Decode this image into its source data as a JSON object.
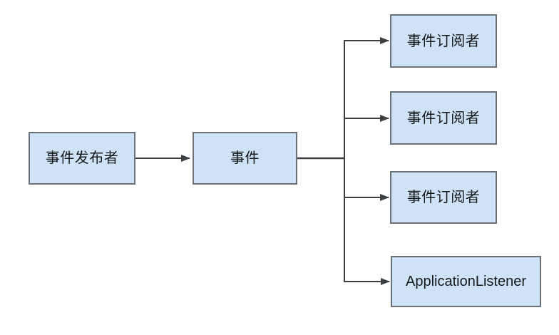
{
  "diagram": {
    "description": "Event publish-subscribe flow diagram",
    "background_color": "#ffffff",
    "node_fill_color": "#cfe3f8",
    "node_border_color": "#6c7177",
    "connector_color": "#3d4043",
    "text_color": "#16181a",
    "nodes": [
      {
        "id": "event-publisher",
        "label": "事件发布者"
      },
      {
        "id": "event",
        "label": "事件"
      },
      {
        "id": "event-subscriber-1",
        "label": "事件订阅者"
      },
      {
        "id": "event-subscriber-2",
        "label": "事件订阅者"
      },
      {
        "id": "event-subscriber-3",
        "label": "事件订阅者"
      },
      {
        "id": "application-listener",
        "label": "ApplicationListener"
      }
    ],
    "edges": [
      {
        "from": "event-publisher",
        "to": "event",
        "arrow": true
      },
      {
        "from": "event",
        "to": "event-subscriber-1",
        "arrow": true
      },
      {
        "from": "event",
        "to": "event-subscriber-2",
        "arrow": true
      },
      {
        "from": "event",
        "to": "event-subscriber-3",
        "arrow": true
      },
      {
        "from": "event",
        "to": "application-listener",
        "arrow": true
      }
    ]
  }
}
